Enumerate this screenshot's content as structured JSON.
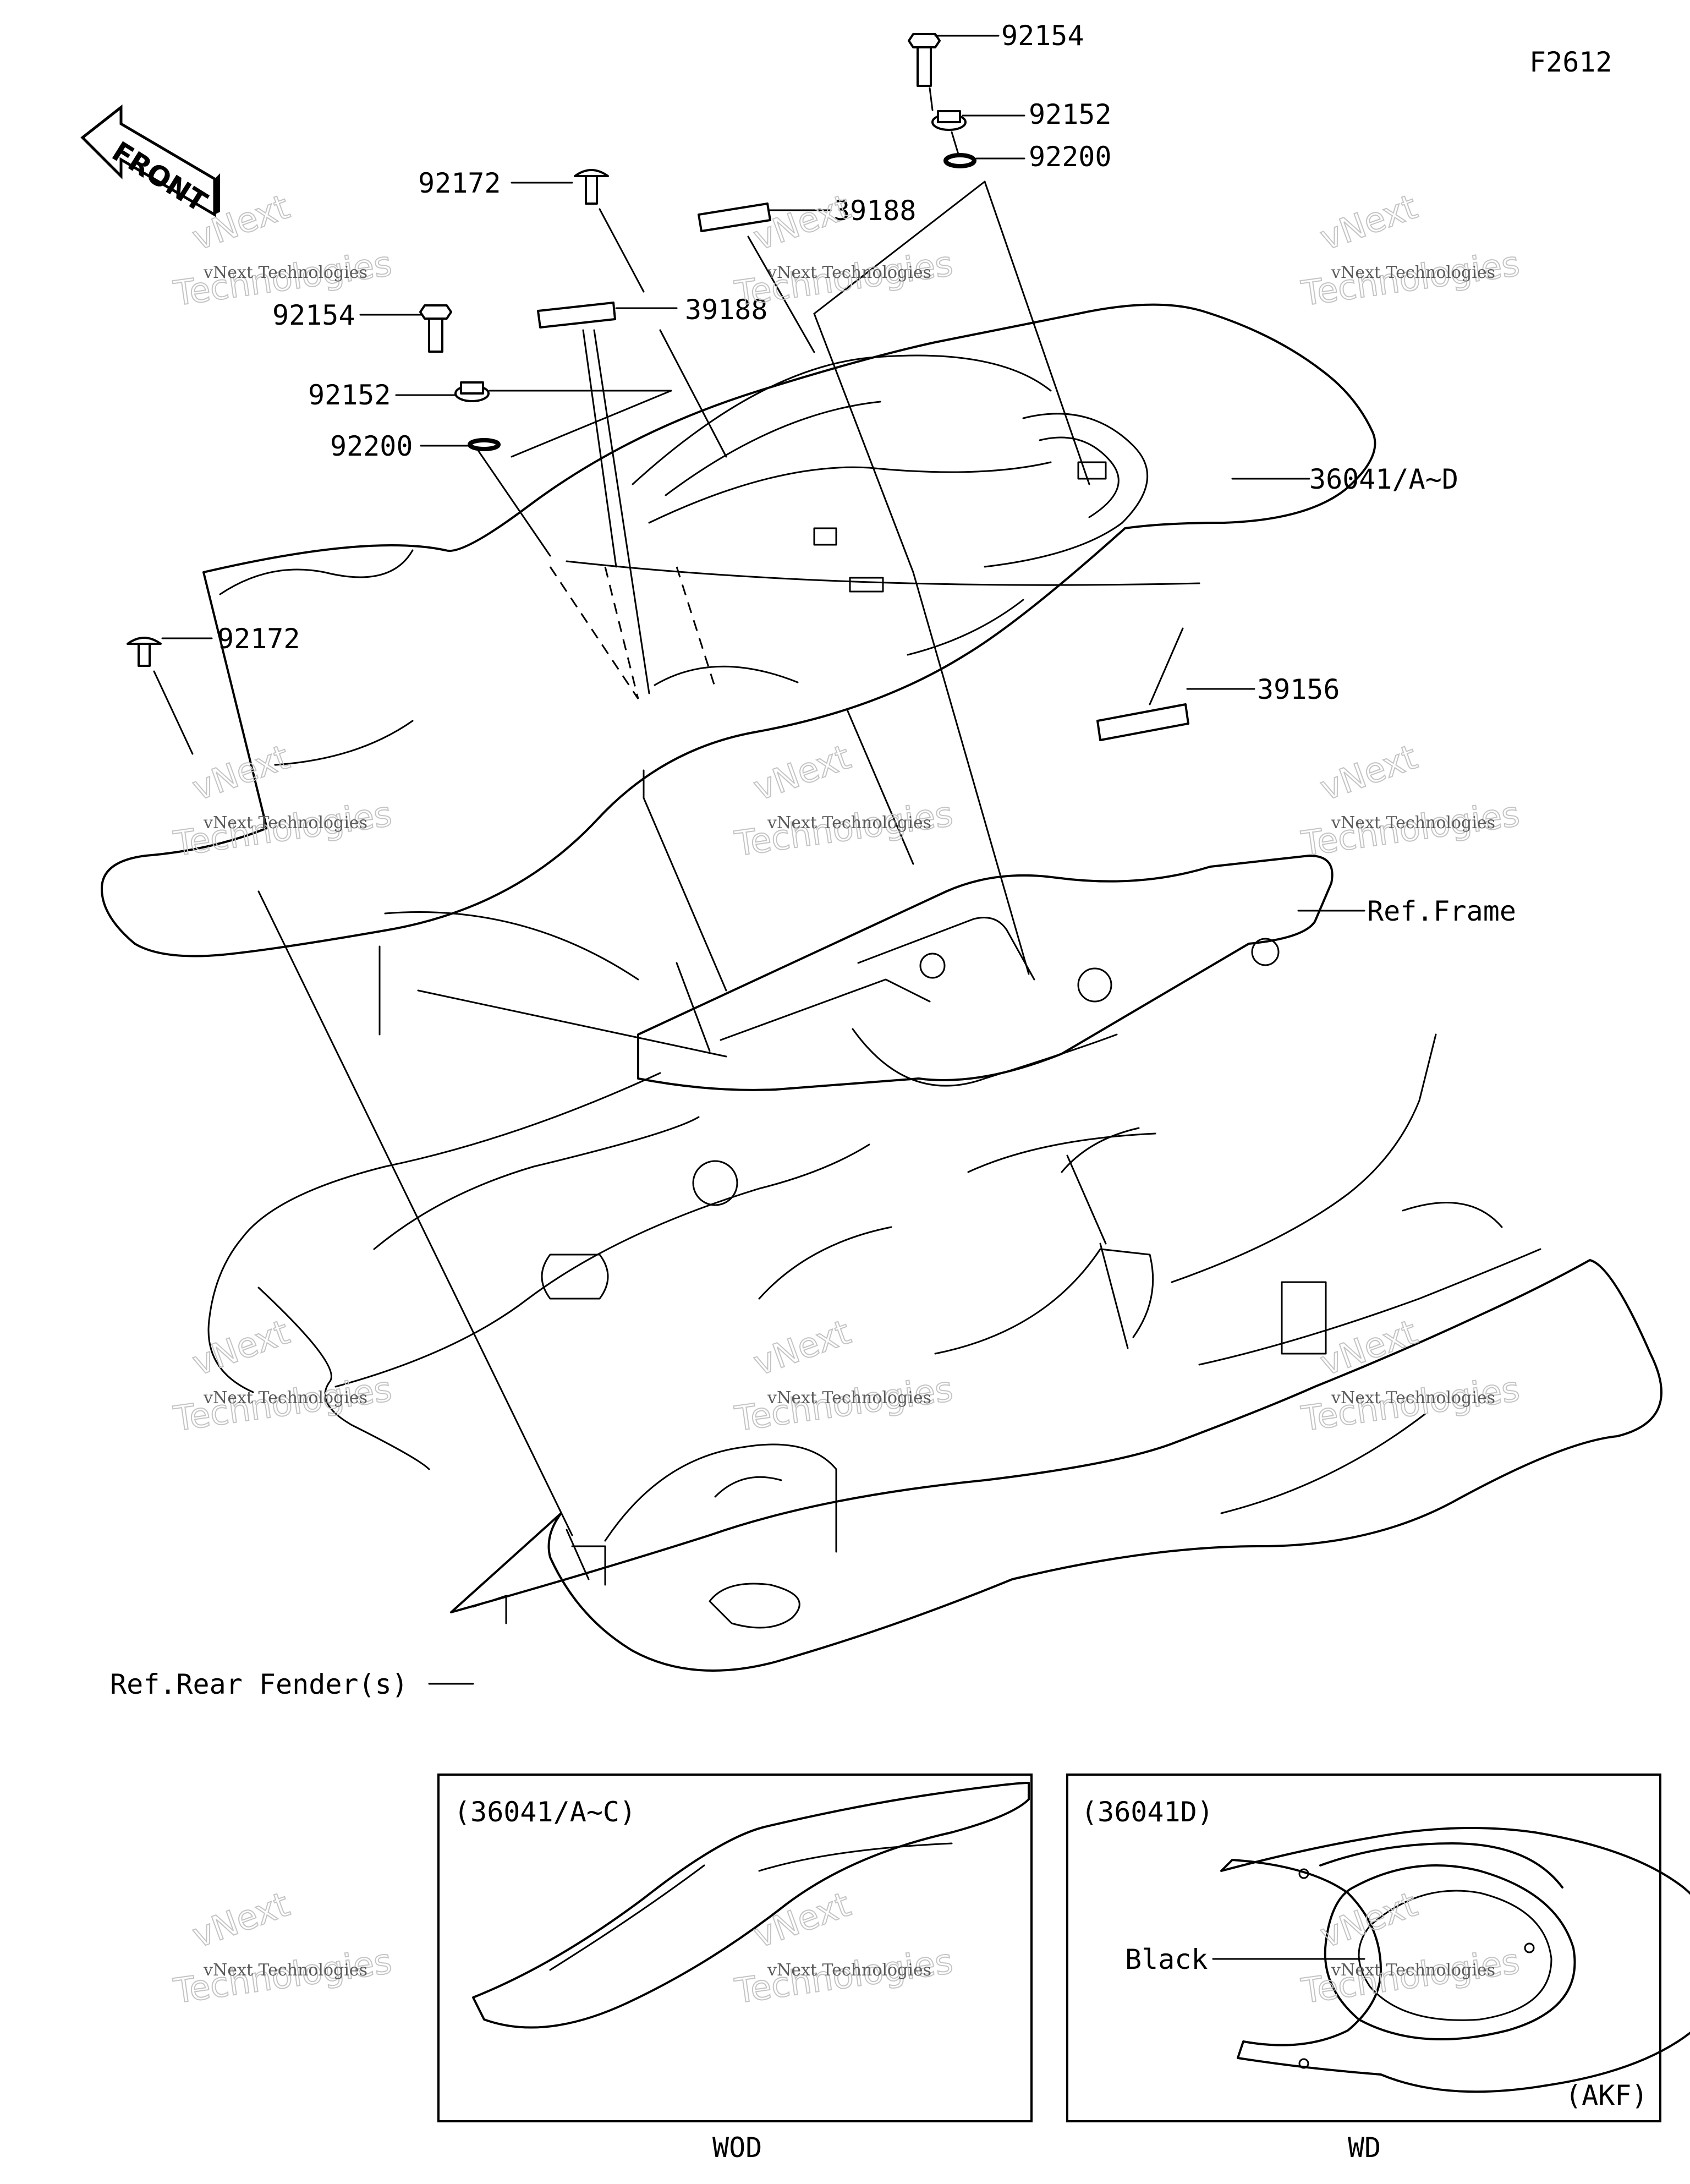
{
  "figure_code": "F2612",
  "front_arrow_text": "FRONT",
  "callouts": {
    "bolt_top": "92154",
    "washer_top": "92152",
    "ring_top": "92200",
    "screw_top": "92172",
    "label_top": "39188",
    "label_mid": "39188",
    "bolt_left": "92154",
    "washer_left": "92152",
    "ring_left": "92200",
    "seat_cover": "36041/A~D",
    "screw_left": "92172",
    "label_side": "39156",
    "ref_frame": "Ref.Frame",
    "ref_fender": "Ref.Rear Fender(s)"
  },
  "inset_left": {
    "title": "(36041/A~C)",
    "footer": "WOD"
  },
  "inset_right": {
    "title": "(36041D)",
    "black_label": "Black",
    "market_code": "(AKF)",
    "footer": "WD"
  },
  "watermark": {
    "small": "vNext Technologies",
    "large": "Technologies",
    "brand": "vNext"
  }
}
